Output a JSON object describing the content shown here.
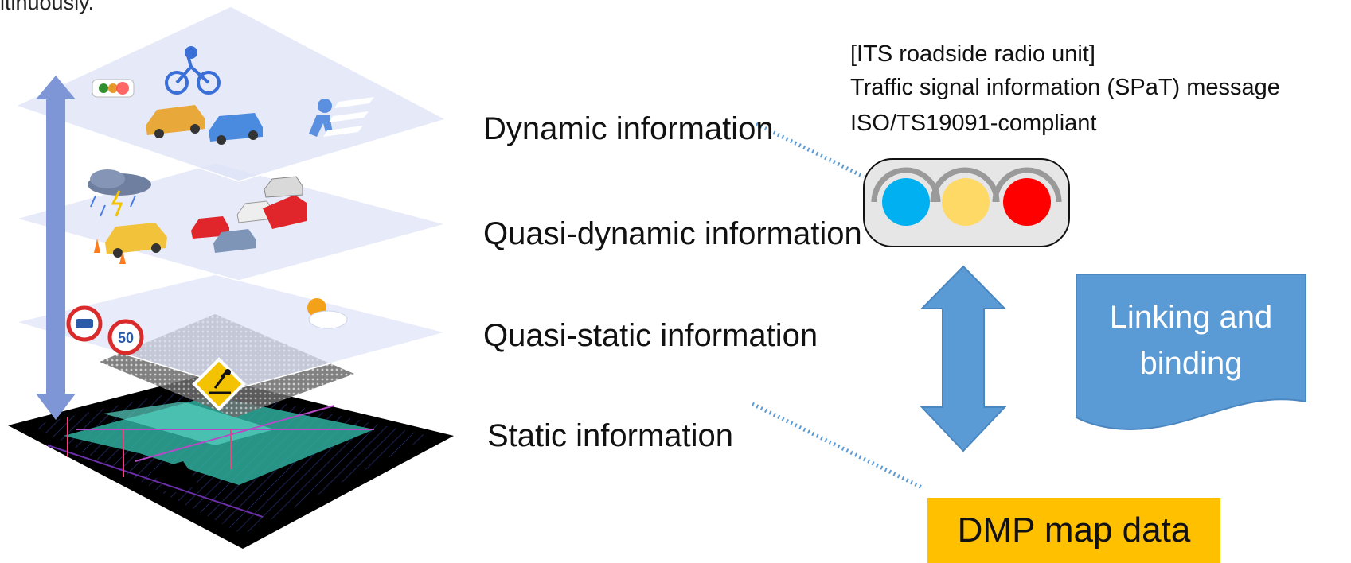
{
  "fragment_text": "ltinuously.",
  "layers": {
    "dynamic": "Dynamic information",
    "quasi_dynamic": "Quasi-dynamic information",
    "quasi_static": "Quasi-static information",
    "static": "Static information"
  },
  "its": {
    "title": "[ITS roadside radio unit]",
    "message": "Traffic signal information (SPaT) message",
    "standard": "ISO/TS19091-compliant"
  },
  "link_label": "Linking and binding",
  "dmp_label": "DMP map data",
  "signs": {
    "speed_limit": "50"
  },
  "icons": [
    "traffic-light-icon",
    "bicycle-icon",
    "pedestrian-icon",
    "car-icon",
    "rain-cloud-icon",
    "sun-cloud-icon",
    "no-parking-sign-icon",
    "speed-limit-sign-icon",
    "construction-sign-icon"
  ],
  "colors": {
    "layer_fill": "#dfe3f6",
    "base_map": "#000000",
    "road": "#2fae9e",
    "arrow": "#7f96d6",
    "blue_arrow": "#5b9bd5",
    "dotted_line": "#5b9bd5",
    "signal_blue": "#00b0f0",
    "signal_yellow": "#ffd966",
    "signal_red": "#ff0000",
    "dmp_box": "#ffc000",
    "link_shape": "#5b9bd5"
  }
}
